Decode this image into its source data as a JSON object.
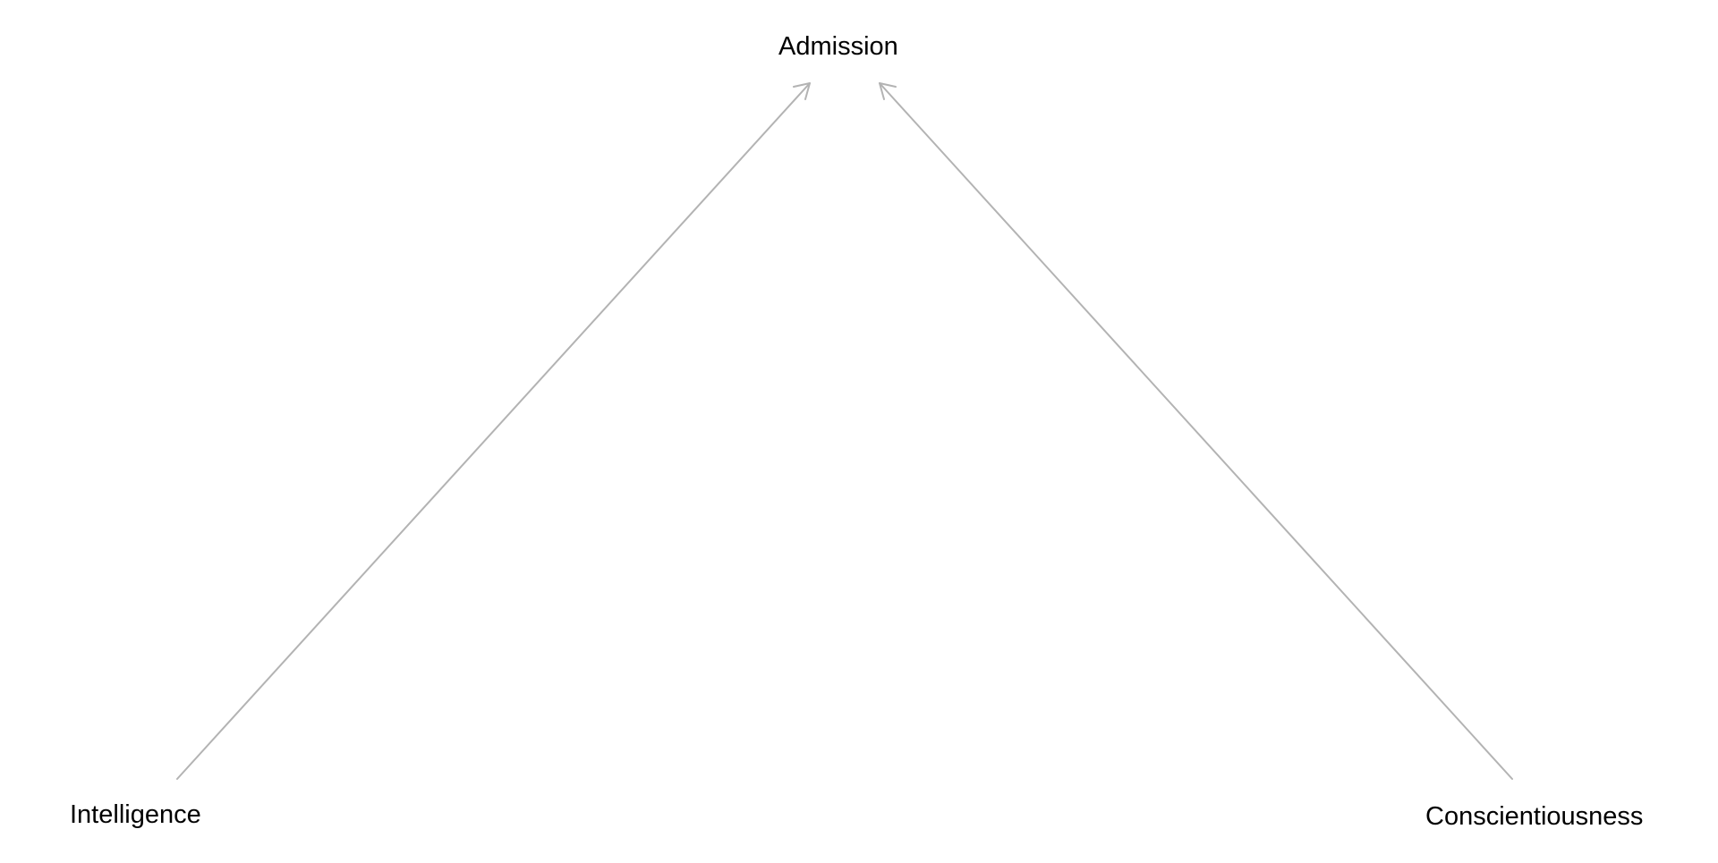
{
  "nodes": {
    "admission": "Admission",
    "intelligence": "Intelligence",
    "conscientiousness": "Conscientiousness"
  },
  "edges": [
    {
      "from": "Intelligence",
      "to": "Admission"
    },
    {
      "from": "Conscientiousness",
      "to": "Admission"
    }
  ],
  "colors": {
    "edge": "#b3b3b3",
    "text": "#000000",
    "background": "#ffffff"
  }
}
